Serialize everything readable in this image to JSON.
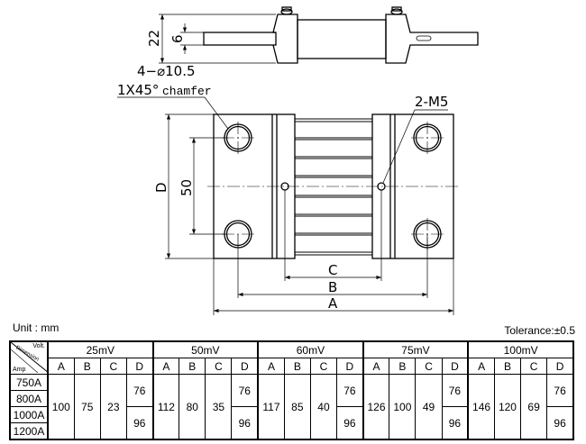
{
  "drawing": {
    "dim_22": "22",
    "dim_6": "6",
    "hole_label": "4−⌀10.5",
    "chamfer_label": "1X45°",
    "chamfer_word": "chamfer",
    "thread_label": "2-M5",
    "dim_D": "D",
    "dim_50": "50",
    "dim_C": "C",
    "dim_B": "B",
    "dim_A": "A"
  },
  "table": {
    "unit": "Unit : mm",
    "tolerance": "Tolerance:±0.5",
    "corner": {
      "volt": "Volt.",
      "dimension": "Dimension",
      "amp": "Amp"
    },
    "columns": [
      "A",
      "B",
      "C",
      "D"
    ],
    "amps": [
      "750A",
      "800A",
      "1000A",
      "1200A"
    ],
    "groups": [
      {
        "volt": "25mV",
        "A": "100",
        "B": "75",
        "C": "23",
        "D1": "76",
        "D2": "96"
      },
      {
        "volt": "50mV",
        "A": "112",
        "B": "80",
        "C": "35",
        "D1": "76",
        "D2": "96"
      },
      {
        "volt": "60mV",
        "A": "117",
        "B": "85",
        "C": "40",
        "D1": "76",
        "D2": "96"
      },
      {
        "volt": "75mV",
        "A": "126",
        "B": "100",
        "C": "49",
        "D1": "76",
        "D2": "96"
      },
      {
        "volt": "100mV",
        "A": "146",
        "B": "120",
        "C": "69",
        "D1": "76",
        "D2": "96"
      }
    ]
  }
}
